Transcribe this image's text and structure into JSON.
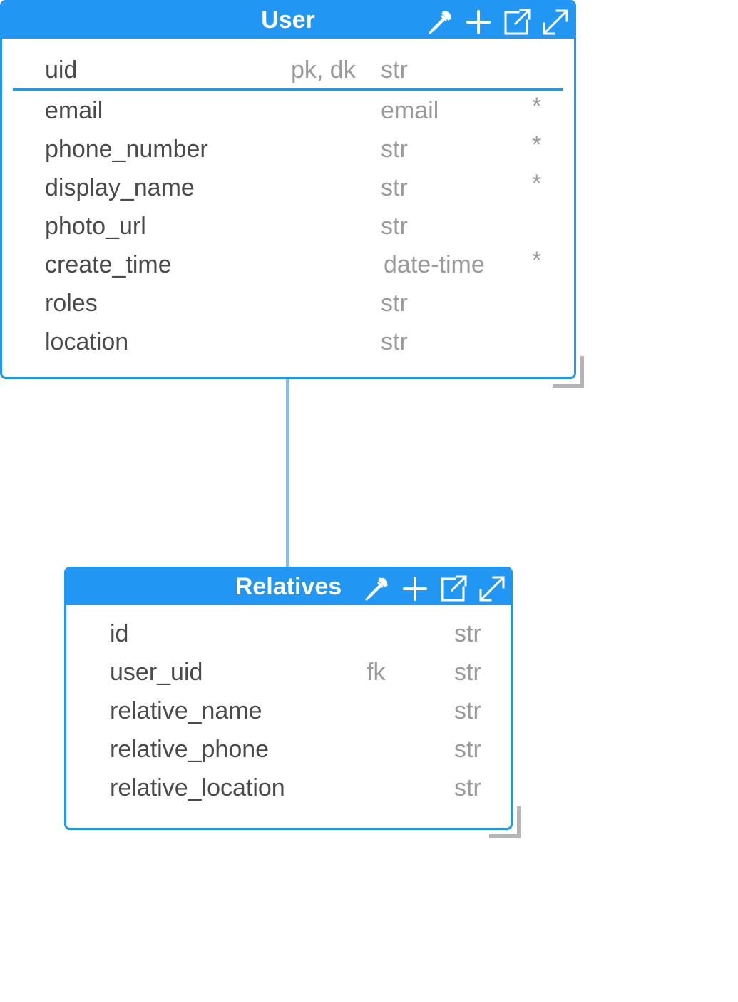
{
  "user_table": {
    "title": "User",
    "header_icons": [
      "eyedropper-icon",
      "plus-icon",
      "open-external-icon",
      "expand-icon"
    ],
    "fields": [
      {
        "name": "uid",
        "key": "pk, dk",
        "type": "str",
        "required": ""
      },
      {
        "name": "email",
        "key": "",
        "type": "email",
        "required": "*"
      },
      {
        "name": "phone_number",
        "key": "",
        "type": "str",
        "required": "*"
      },
      {
        "name": "display_name",
        "key": "",
        "type": "str",
        "required": "*"
      },
      {
        "name": "photo_url",
        "key": "",
        "type": "str",
        "required": ""
      },
      {
        "name": "create_time",
        "key": "",
        "type": "date-time",
        "required": "*"
      },
      {
        "name": "roles",
        "key": "",
        "type": "str",
        "required": ""
      },
      {
        "name": "location",
        "key": "",
        "type": "str",
        "required": ""
      }
    ]
  },
  "relatives_table": {
    "title": "Relatives",
    "header_icons": [
      "eyedropper-icon",
      "plus-icon",
      "open-external-icon",
      "expand-icon"
    ],
    "fields": [
      {
        "name": "id",
        "key": "",
        "type": "str"
      },
      {
        "name": "user_uid",
        "key": "fk",
        "type": "str"
      },
      {
        "name": "relative_name",
        "key": "",
        "type": "str"
      },
      {
        "name": "relative_phone",
        "key": "",
        "type": "str"
      },
      {
        "name": "relative_location",
        "key": "",
        "type": "str"
      }
    ]
  },
  "colors": {
    "accent": "#2196f3",
    "connector": "#7fbff5",
    "field_name": "#4a4a4a",
    "field_meta": "#9a9a9a",
    "resize_handle": "#b5b5b5"
  }
}
